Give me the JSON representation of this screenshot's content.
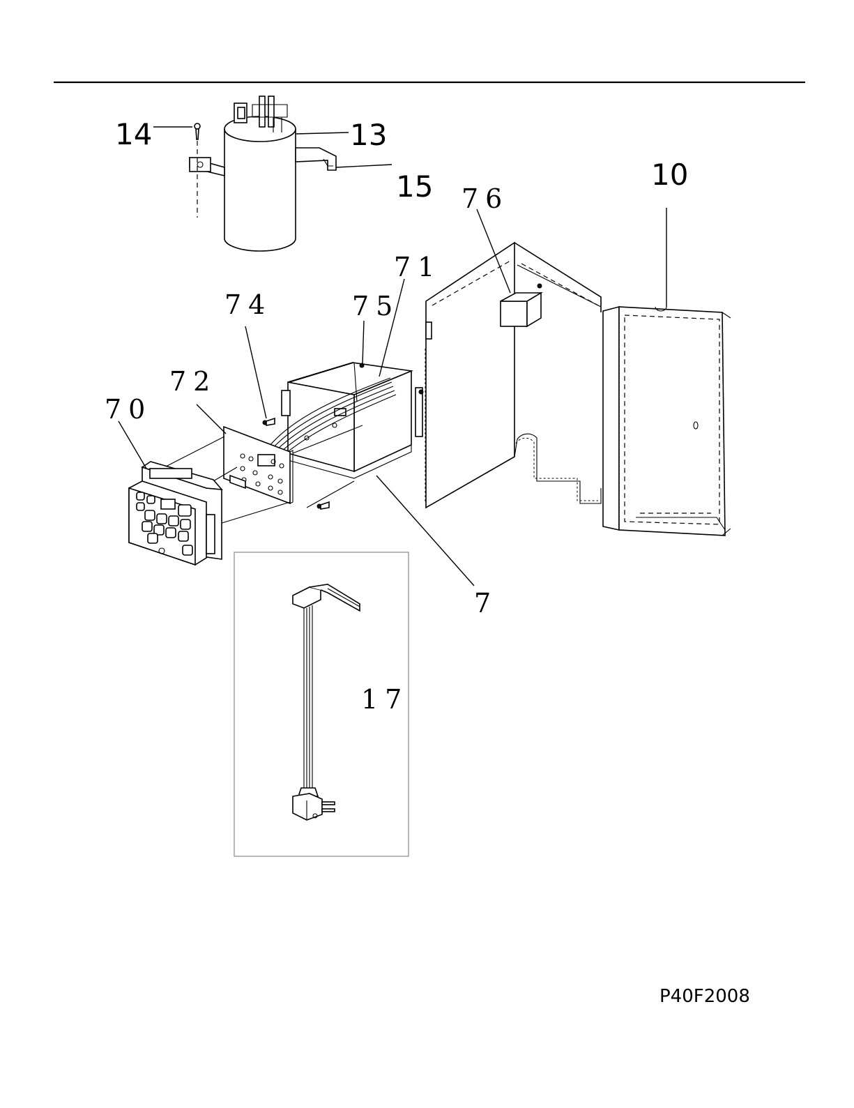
{
  "diagram": {
    "part_labels": {
      "p14": "14",
      "p13": "13",
      "p15": "15",
      "p10": "10",
      "p76": "76",
      "p71": "71",
      "p74": "74",
      "p75": "75",
      "p72": "72",
      "p70": "70",
      "p7": "7",
      "p17": "17"
    },
    "drawing_number": "P40F2008"
  }
}
